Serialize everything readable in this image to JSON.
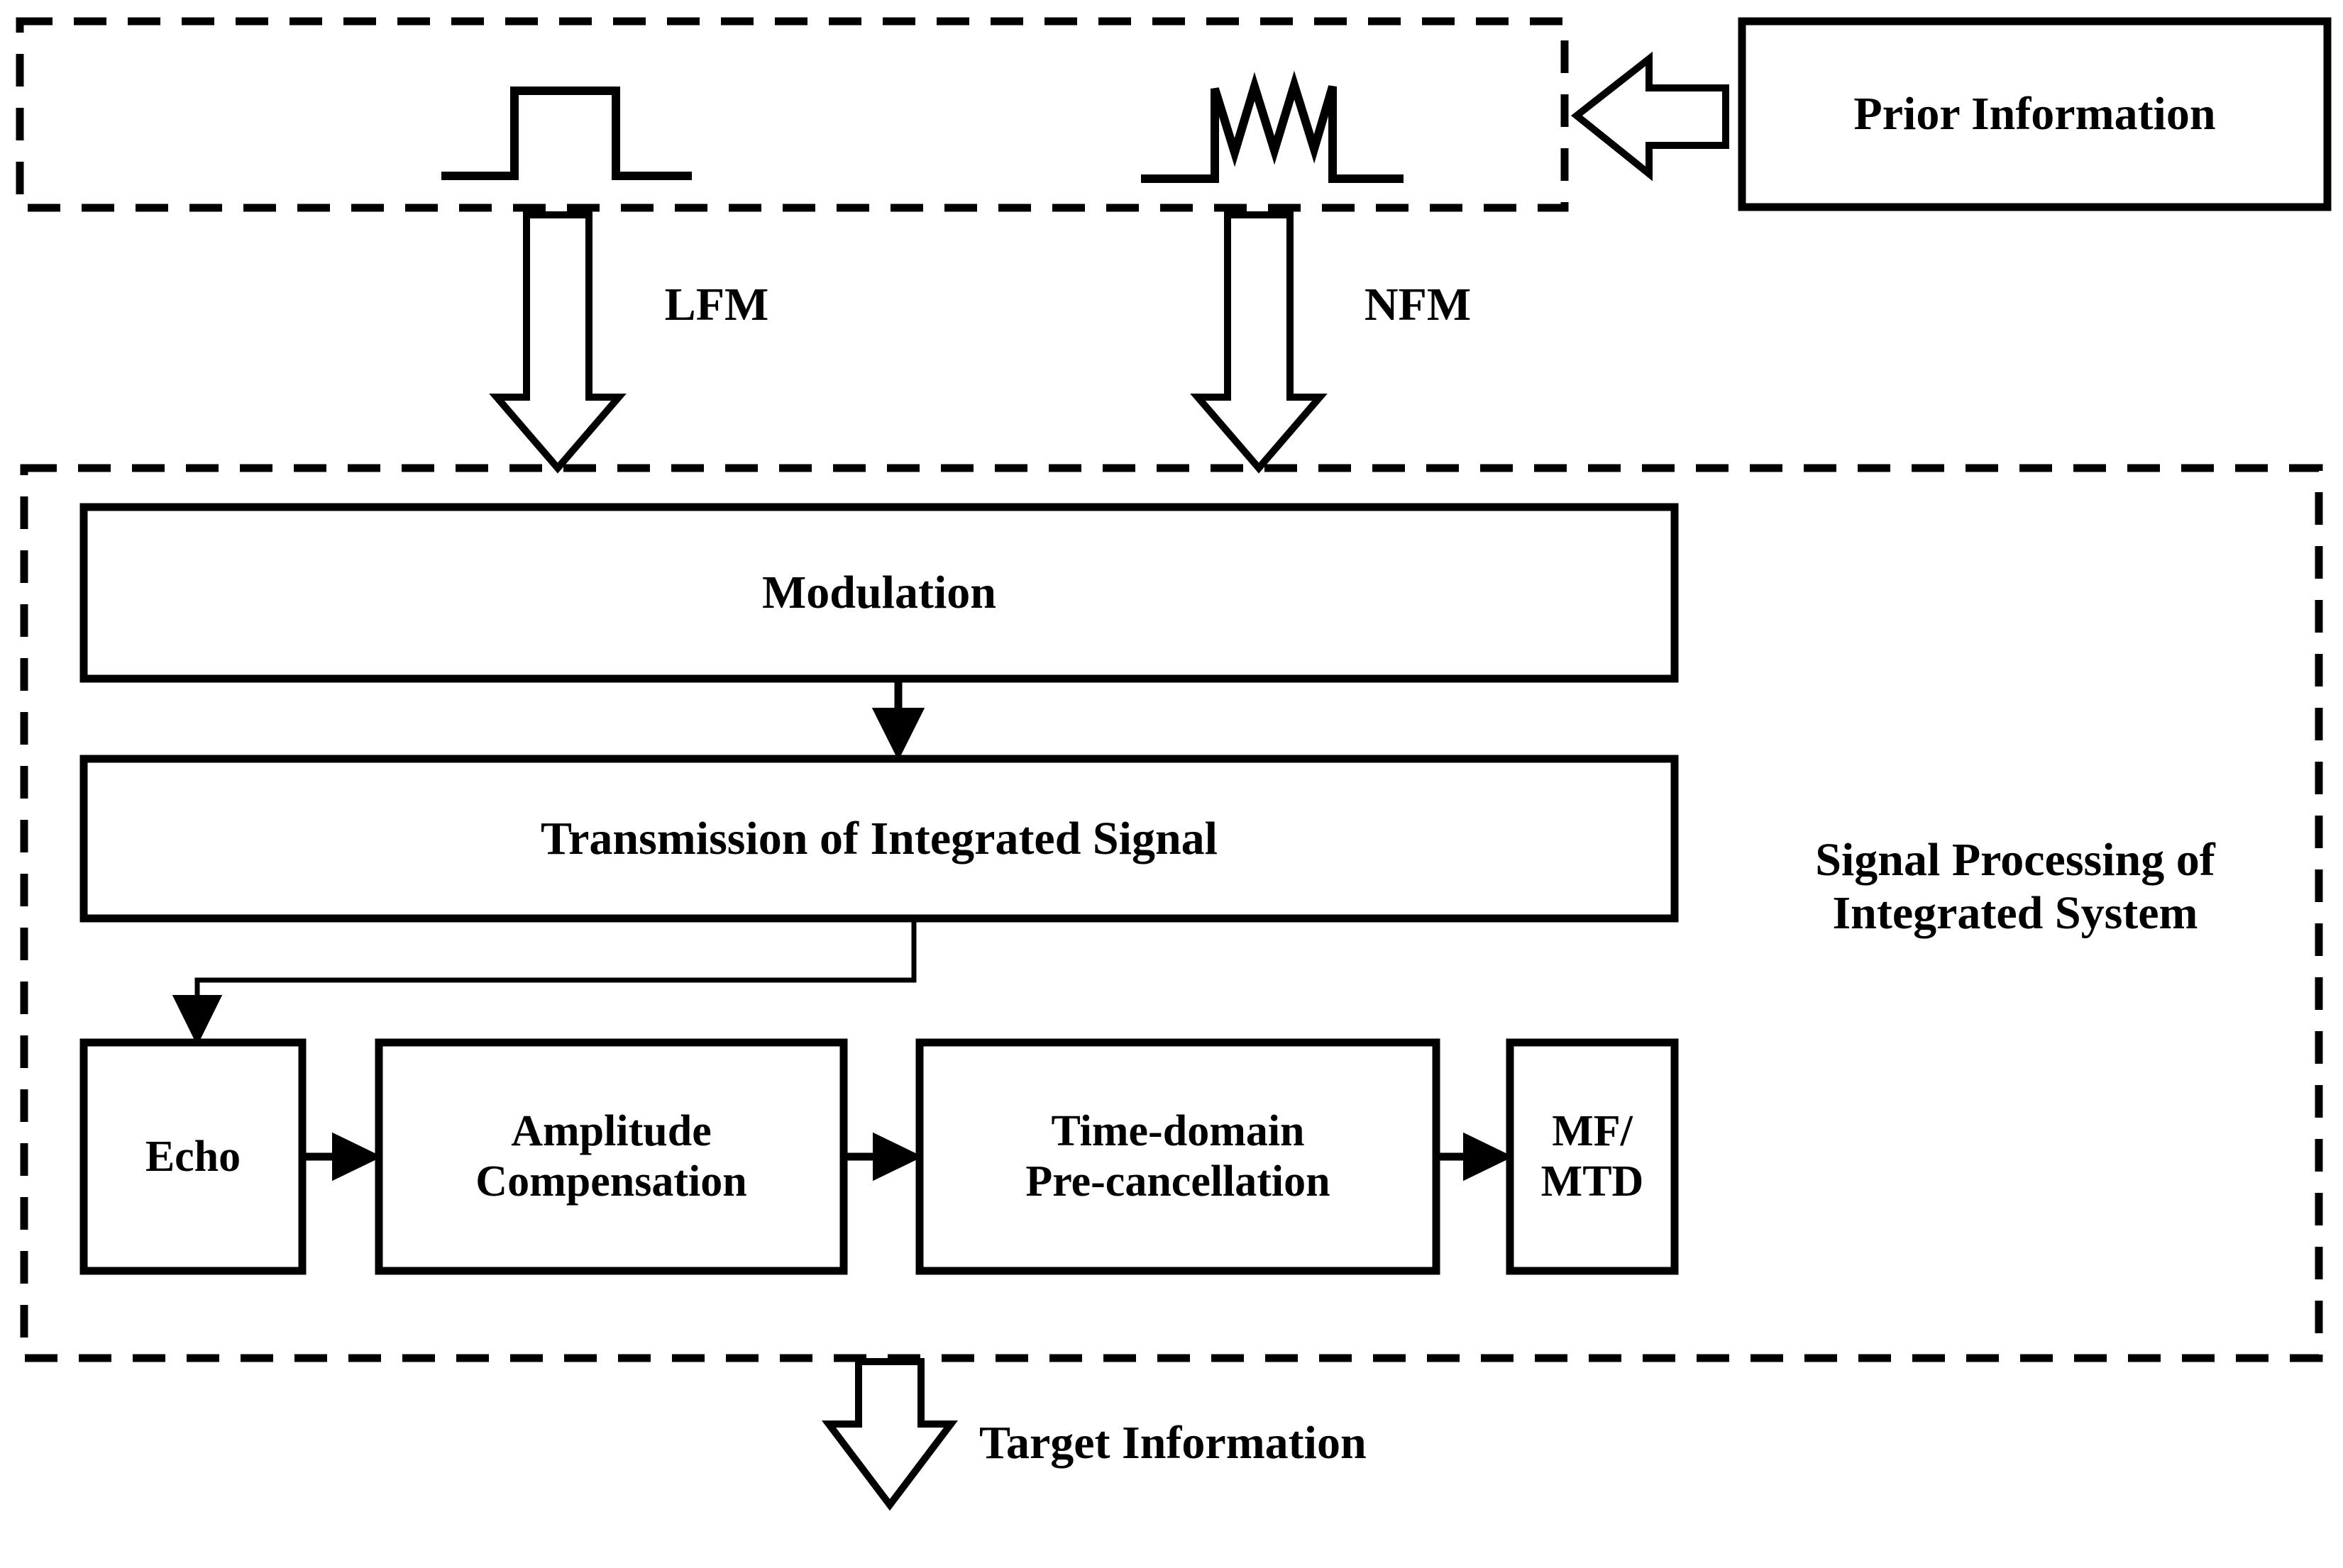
{
  "diagram": {
    "title_implied": "Block diagram of integrated radar signal processing system",
    "groups": {
      "waveform_group": {
        "name": "Waveform generation group (dashed)",
        "waveforms": [
          {
            "id": "lfm-waveform",
            "icon": "rectangular-pulse-icon",
            "label": "LFM"
          },
          {
            "id": "nfm-waveform",
            "icon": "zigzag-pulse-icon",
            "label": "NFM"
          }
        ]
      },
      "processing_group": {
        "name": "Signal processing group (dashed)",
        "label": "Signal Processing of\nIntegrated System"
      }
    },
    "boxes": [
      {
        "id": "prior-information",
        "label": "Prior Information"
      },
      {
        "id": "modulation",
        "label": "Modulation"
      },
      {
        "id": "transmission",
        "label": "Transmission of Integrated Signal"
      },
      {
        "id": "echo",
        "label": "Echo"
      },
      {
        "id": "amplitude-compensation",
        "label": "Amplitude\nCompensation"
      },
      {
        "id": "time-domain-pre-cancellation",
        "label": "Time-domain\nPre-cancellation"
      },
      {
        "id": "mf-mtd",
        "label": "MF/\nMTD"
      }
    ],
    "arrows": [
      {
        "id": "prior-to-waveforms",
        "style": "block",
        "direction": "left",
        "label": ""
      },
      {
        "id": "lfm-down",
        "style": "block",
        "direction": "down",
        "label": "LFM"
      },
      {
        "id": "nfm-down",
        "style": "block",
        "direction": "down",
        "label": "NFM"
      },
      {
        "id": "modulation-to-transmission",
        "style": "line",
        "direction": "down",
        "label": ""
      },
      {
        "id": "transmission-to-echo",
        "style": "line",
        "direction": "down",
        "label": ""
      },
      {
        "id": "echo-to-amplitude",
        "style": "line",
        "direction": "right",
        "label": ""
      },
      {
        "id": "amplitude-to-precancel",
        "style": "line",
        "direction": "right",
        "label": ""
      },
      {
        "id": "precancel-to-mfmtd",
        "style": "line",
        "direction": "right",
        "label": ""
      },
      {
        "id": "output-down",
        "style": "block",
        "direction": "down",
        "label": "Target Information"
      }
    ],
    "labels": {
      "lfm": "LFM",
      "nfm": "NFM",
      "target_information": "Target Information",
      "signal_processing": "Signal Processing of\nIntegrated System"
    },
    "colors": {
      "stroke": "#000000",
      "fill": "#ffffff",
      "background": "#ffffff"
    }
  }
}
